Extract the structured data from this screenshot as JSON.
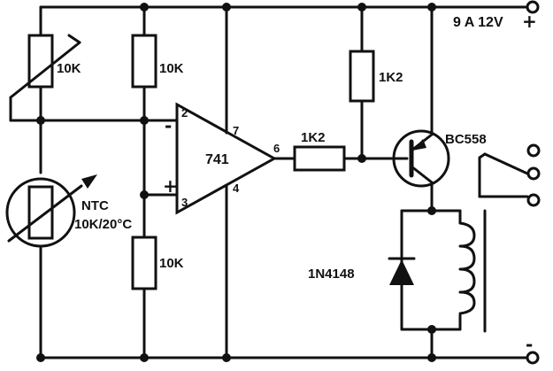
{
  "supply": {
    "label": "9 A 12V",
    "positive_sign": "+",
    "negative_sign": "-"
  },
  "components": {
    "trimmer": {
      "value": "10K"
    },
    "ntc": {
      "name": "NTC",
      "value": "10K/20°C"
    },
    "r_top": {
      "value": "10K"
    },
    "r_bottom": {
      "value": "10K"
    },
    "opamp": {
      "name": "741",
      "inv_sign": "-",
      "noninv_sign": "+"
    },
    "r_base": {
      "value": "1K2"
    },
    "r_pullup": {
      "value": "1K2"
    },
    "transistor": {
      "name": "BC558"
    },
    "diode": {
      "name": "1N4148"
    }
  },
  "pins": {
    "p2": "2",
    "p3": "3",
    "p4": "4",
    "p6": "6",
    "p7": "7"
  }
}
